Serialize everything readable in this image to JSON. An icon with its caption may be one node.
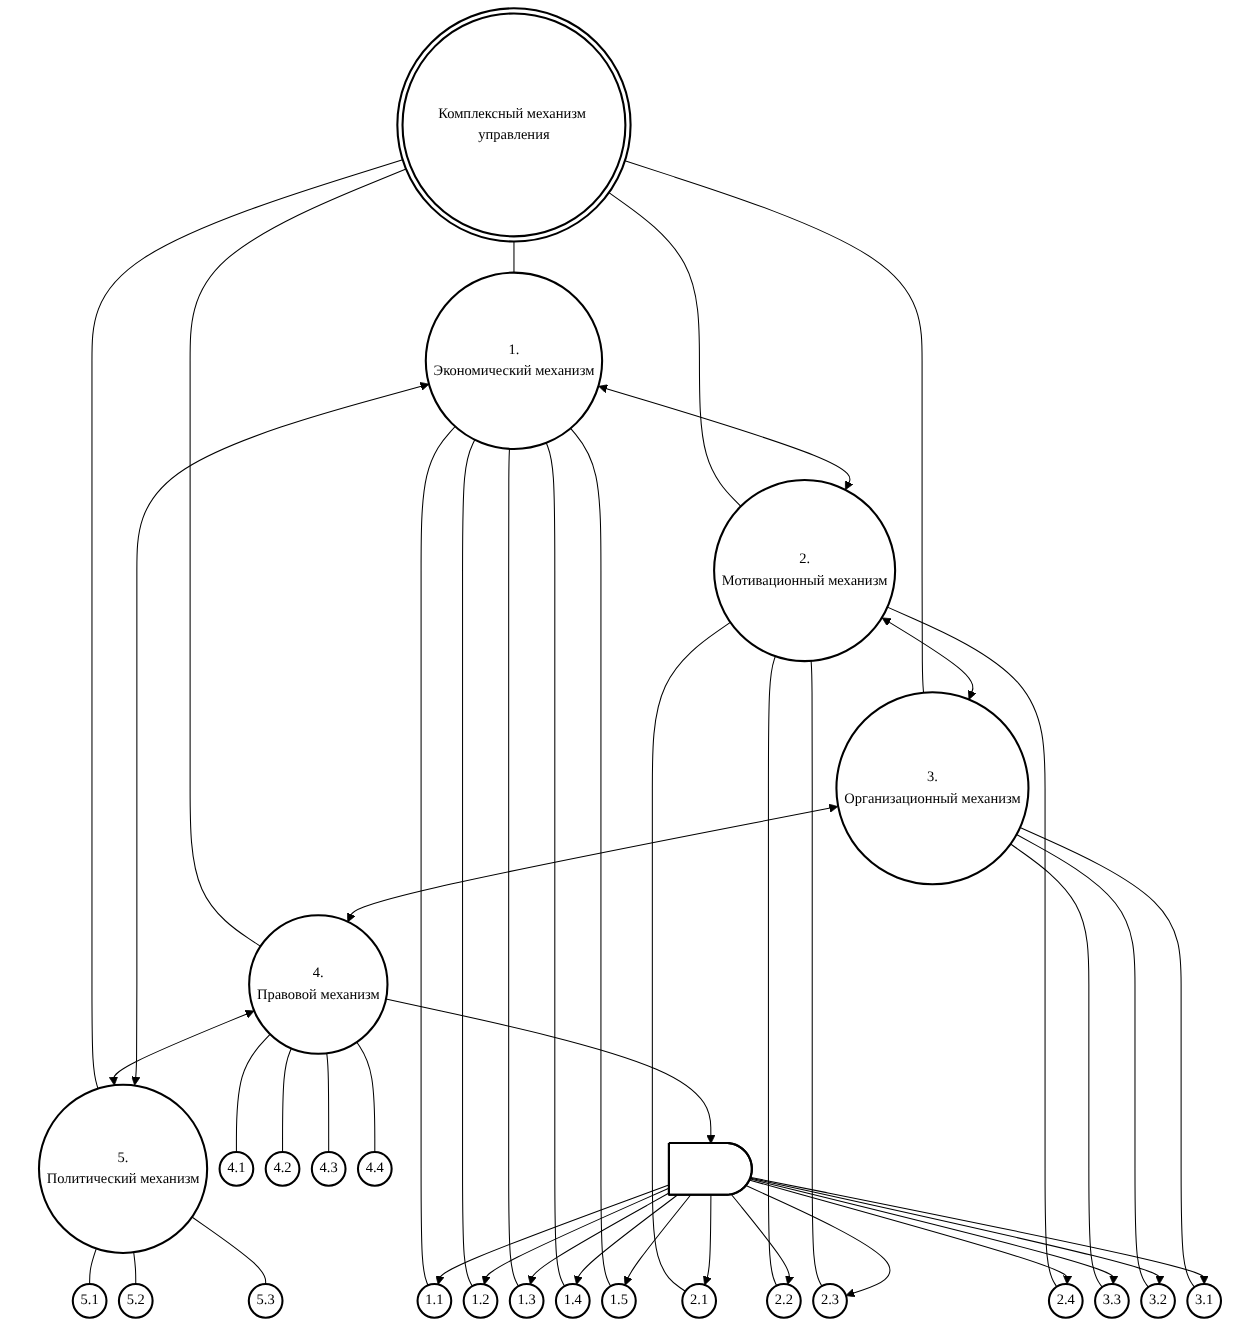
{
  "diagram": {
    "nodes": [
      {
        "text": [
          "Комплексный механизм управления"
        ]
      },
      {
        "text": [
          "1.",
          "Экономический механизм"
        ]
      },
      {
        "text": [
          "2.",
          "Мотивационный механизм"
        ]
      },
      {
        "text": [
          "3.",
          "Организационный механизм"
        ]
      },
      {
        "text": [
          "4.",
          "Правовой механизм"
        ]
      },
      {
        "text": [
          "5.",
          "Политический механизм"
        ]
      },
      {
        "text": [
          "1.1"
        ]
      },
      {
        "text": [
          "1.2"
        ]
      },
      {
        "text": [
          "1.3"
        ]
      },
      {
        "text": [
          "1.4"
        ]
      },
      {
        "text": [
          "1.5"
        ]
      },
      {
        "text": [
          "2.1"
        ]
      },
      {
        "text": [
          "2.2"
        ]
      },
      {
        "text": [
          "2.3"
        ]
      },
      {
        "text": [
          "2.4"
        ]
      },
      {
        "text": [
          "3.1"
        ]
      },
      {
        "text": [
          "3.2"
        ]
      },
      {
        "text": [
          "3.3"
        ]
      },
      {
        "text": [
          "4.1"
        ]
      },
      {
        "text": [
          "4.2"
        ]
      },
      {
        "text": [
          "4.3"
        ]
      },
      {
        "text": [
          "4.4"
        ]
      },
      {
        "text": [
          "5.1"
        ]
      },
      {
        "text": [
          "5.2"
        ]
      },
      {
        "text": [
          "5.3"
        ]
      },
      {
        "text": [],
        "shape": "arc"
      }
    ],
    "edges": [
      {
        "from": 0,
        "to": 1,
        "arrow": "none"
      },
      {
        "from": 0,
        "to": 2,
        "arrow": "none"
      },
      {
        "from": 0,
        "to": 3,
        "arrow": "none"
      },
      {
        "from": 0,
        "to": 4,
        "arrow": "none"
      },
      {
        "from": 0,
        "to": 5,
        "arrow": "none"
      },
      {
        "from": 1,
        "to": 2,
        "arrow": "both"
      },
      {
        "from": 2,
        "to": 3,
        "arrow": "both"
      },
      {
        "from": 3,
        "to": 4,
        "arrow": "both"
      },
      {
        "from": 4,
        "to": 5,
        "arrow": "both"
      },
      {
        "from": 5,
        "to": 1,
        "arrow": "both"
      },
      {
        "from": 1,
        "to": 6,
        "arrow": "none"
      },
      {
        "from": 1,
        "to": 7,
        "arrow": "none"
      },
      {
        "from": 1,
        "to": 8,
        "arrow": "none"
      },
      {
        "from": 1,
        "to": 9,
        "arrow": "none"
      },
      {
        "from": 1,
        "to": 10,
        "arrow": "none"
      },
      {
        "from": 2,
        "to": 11,
        "arrow": "none"
      },
      {
        "from": 2,
        "to": 12,
        "arrow": "none"
      },
      {
        "from": 2,
        "to": 13,
        "arrow": "none"
      },
      {
        "from": 2,
        "to": 14,
        "arrow": "none"
      },
      {
        "from": 3,
        "to": 15,
        "arrow": "none"
      },
      {
        "from": 3,
        "to": 16,
        "arrow": "none"
      },
      {
        "from": 3,
        "to": 17,
        "arrow": "none"
      },
      {
        "from": 4,
        "to": 18,
        "arrow": "none"
      },
      {
        "from": 4,
        "to": 19,
        "arrow": "none"
      },
      {
        "from": 4,
        "to": 20,
        "arrow": "none"
      },
      {
        "from": 4,
        "to": 21,
        "arrow": "none"
      },
      {
        "from": 5,
        "to": 22,
        "arrow": "none"
      },
      {
        "from": 5,
        "to": 23,
        "arrow": "none"
      },
      {
        "from": 5,
        "to": 24,
        "arrow": "none"
      },
      {
        "from": 4,
        "to": 25,
        "arrow": "to"
      },
      {
        "from": 25,
        "to": 6,
        "arrow": "to"
      },
      {
        "from": 25,
        "to": 7,
        "arrow": "to"
      },
      {
        "from": 25,
        "to": 8,
        "arrow": "to"
      },
      {
        "from": 25,
        "to": 9,
        "arrow": "to"
      },
      {
        "from": 25,
        "to": 10,
        "arrow": "to"
      },
      {
        "from": 25,
        "to": 11,
        "arrow": "to"
      },
      {
        "from": 25,
        "to": 12,
        "arrow": "to"
      },
      {
        "from": 25,
        "to": 13,
        "arrow": "to"
      },
      {
        "from": 25,
        "to": 14,
        "arrow": "to"
      },
      {
        "from": 25,
        "to": 17,
        "arrow": "to"
      },
      {
        "from": 25,
        "to": 16,
        "arrow": "to"
      },
      {
        "from": 25,
        "to": 15,
        "arrow": "to"
      }
    ]
  }
}
